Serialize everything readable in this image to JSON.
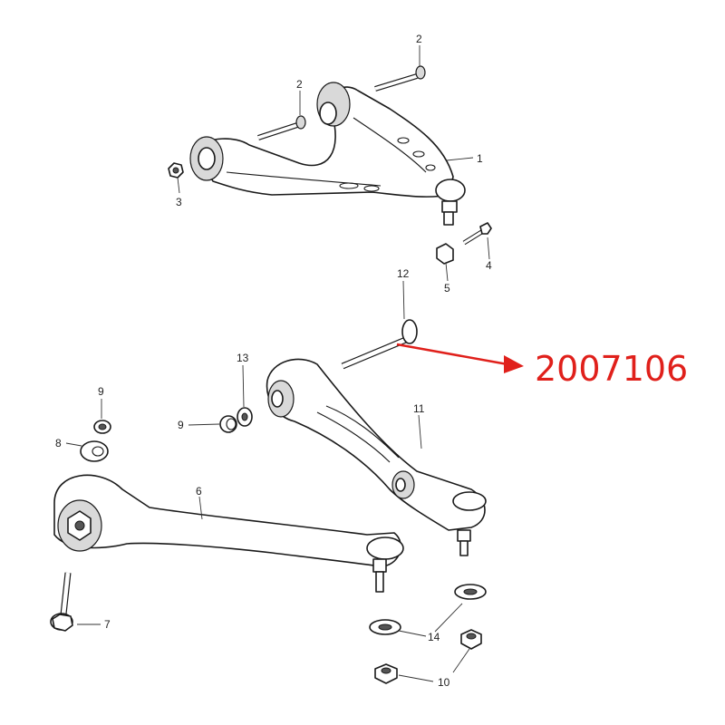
{
  "callouts": {
    "c1": "1",
    "c2a": "2",
    "c2b": "2",
    "c3": "3",
    "c4": "4",
    "c5": "5",
    "c6": "6",
    "c7": "7",
    "c8": "8",
    "c9a": "9",
    "c9b": "9",
    "c10": "10",
    "c11": "11",
    "c12": "12",
    "c13": "13",
    "c14": "14"
  },
  "part_number": "2007106",
  "colors": {
    "arrow": "#e0201b",
    "line": "#1a1a1a"
  }
}
